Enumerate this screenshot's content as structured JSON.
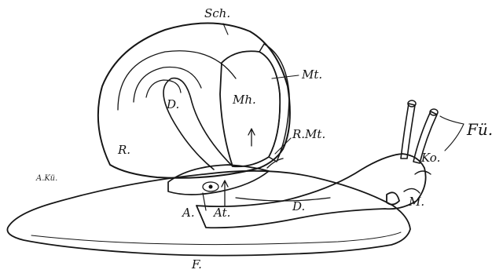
{
  "figure": {
    "labels": {
      "sch": "Sch.",
      "mt": "Mt.",
      "mh": "Mh.",
      "d_upper": "D.",
      "r": "R.",
      "rmt": "R.Mt.",
      "fu": "Fü.",
      "ko": "Ko.",
      "m": "M.",
      "d_lower": "D.",
      "at": "At.",
      "a": "A.",
      "f": "F.",
      "signature": "A.Kü."
    }
  }
}
